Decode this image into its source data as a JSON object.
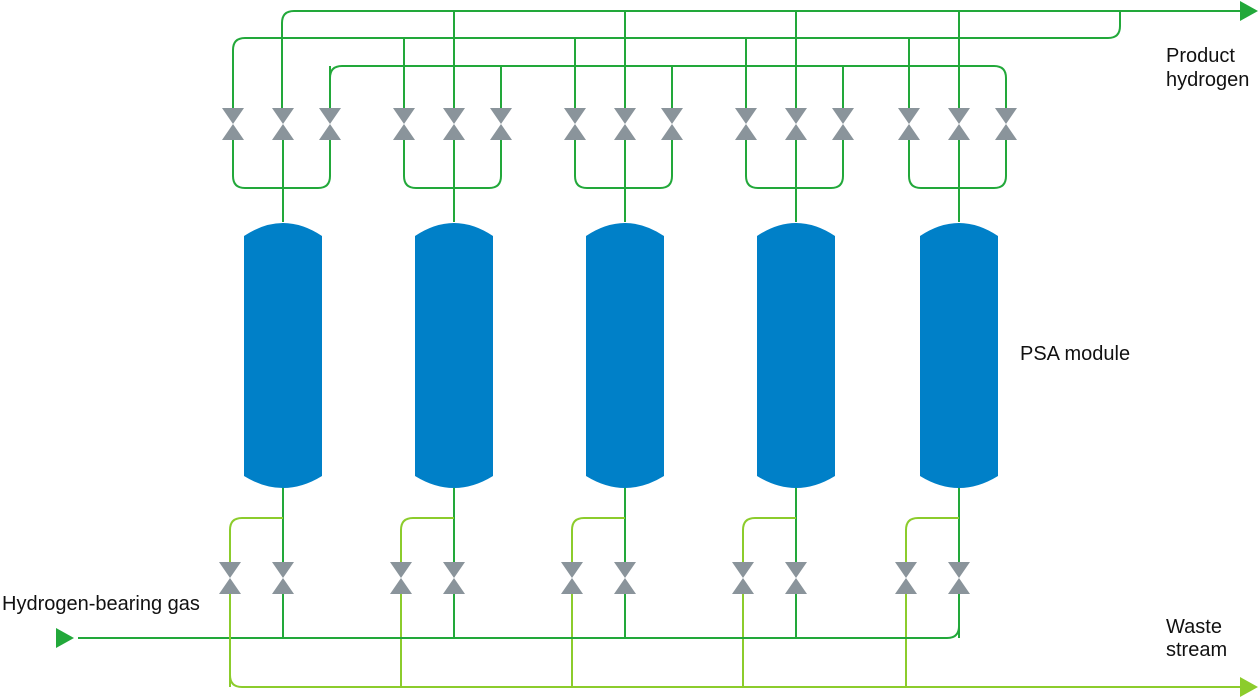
{
  "labels": {
    "product_hydrogen_line1": "Product",
    "product_hydrogen_line2": "hydrogen",
    "psa_module": "PSA module",
    "feed_gas": "Hydrogen-bearing gas",
    "waste_line1": "Waste",
    "waste_line2": "stream"
  },
  "colors": {
    "vessel": "#0080c8",
    "product_line": "#22a83a",
    "waste_line": "#8ccc2c",
    "valve": "#8a949b",
    "arrow": "#22a83a"
  },
  "vessels": [
    {
      "id": "vessel-1"
    },
    {
      "id": "vessel-2"
    },
    {
      "id": "vessel-3"
    },
    {
      "id": "vessel-4"
    },
    {
      "id": "vessel-5"
    }
  ]
}
